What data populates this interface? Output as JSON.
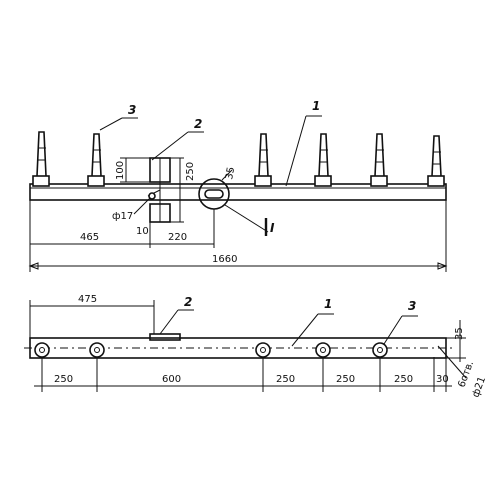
{
  "top_view": {
    "callouts": {
      "c3": "3",
      "c2": "2",
      "c1": "1"
    },
    "dims": {
      "d100": "100",
      "d250": "250",
      "d35": "35",
      "phi17": "ф17",
      "d10": "10",
      "d465": "465",
      "d220": "220",
      "d1660": "1660",
      "section_mark": "I"
    }
  },
  "bottom_view": {
    "callouts": {
      "c2": "2",
      "c1": "1",
      "c3": "3"
    },
    "dims": {
      "d475": "475",
      "d35": "35",
      "d250a": "250",
      "d600": "600",
      "d250b": "250",
      "d250c": "250",
      "d250d": "250",
      "d30": "30",
      "holes": "6отв.",
      "phi21": "ф21"
    }
  }
}
